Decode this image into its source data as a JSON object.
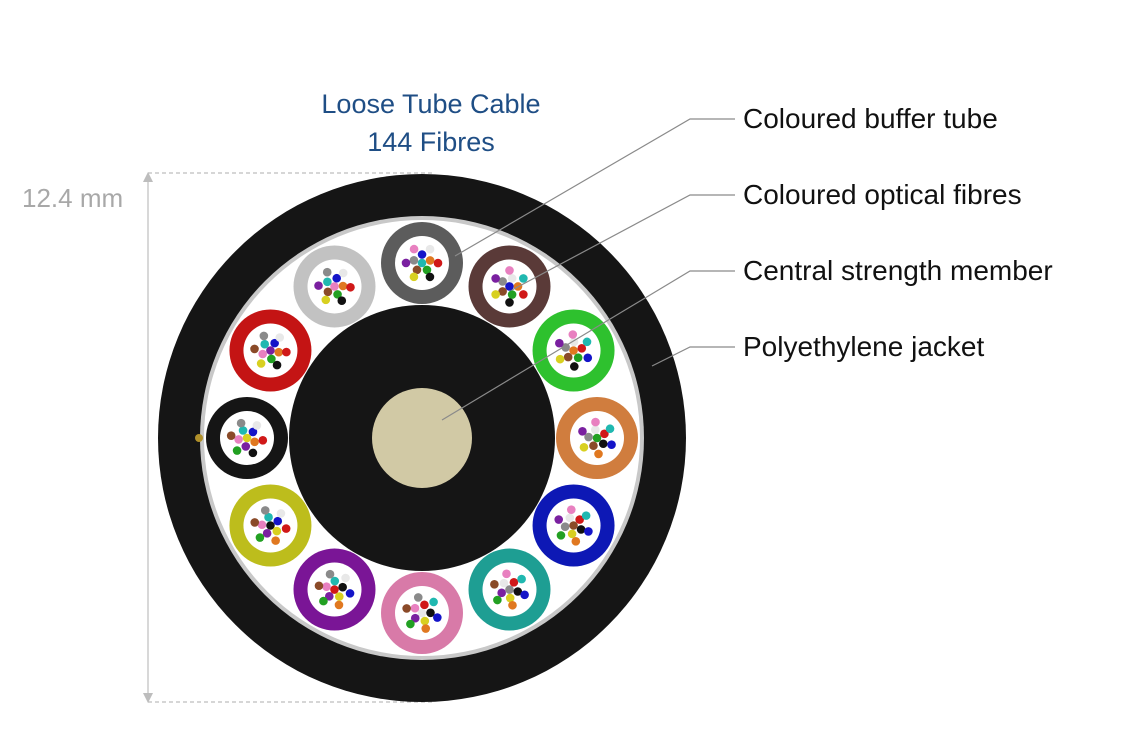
{
  "diagram": {
    "title_line1": "Loose Tube Cable",
    "title_line2": "144 Fibres",
    "diameter_label": "12.4 mm",
    "callouts": [
      "Coloured buffer tube",
      "Coloured optical fibres",
      "Central strength member",
      "Polyethylene jacket"
    ],
    "colors": {
      "title": "#1f4e85",
      "dimension": "#a8a8a8",
      "jacket": "#151515",
      "core": "#d1c9a5",
      "leader": "#8a8a8a"
    },
    "buffer_tubes": [
      {
        "color": "#5a3a38"
      },
      {
        "color": "#2ec12e"
      },
      {
        "color": "#d07d3e"
      },
      {
        "color": "#0d18b5"
      },
      {
        "color": "#1e9e93"
      },
      {
        "color": "#d87aa8"
      },
      {
        "color": "#7a1596"
      },
      {
        "color": "#bdbd1c"
      },
      {
        "color": "#151515"
      },
      {
        "color": "#c41414"
      },
      {
        "color": "#c2c2c2"
      },
      {
        "color": "#5c5c5c"
      }
    ],
    "fibre_colors": [
      "#1414c8",
      "#e07820",
      "#22a022",
      "#8a4a28",
      "#8a8a8a",
      "#e8e8e8",
      "#d01818",
      "#111111",
      "#d8d020",
      "#7a20a0",
      "#e880c0",
      "#20b8b0"
    ]
  }
}
